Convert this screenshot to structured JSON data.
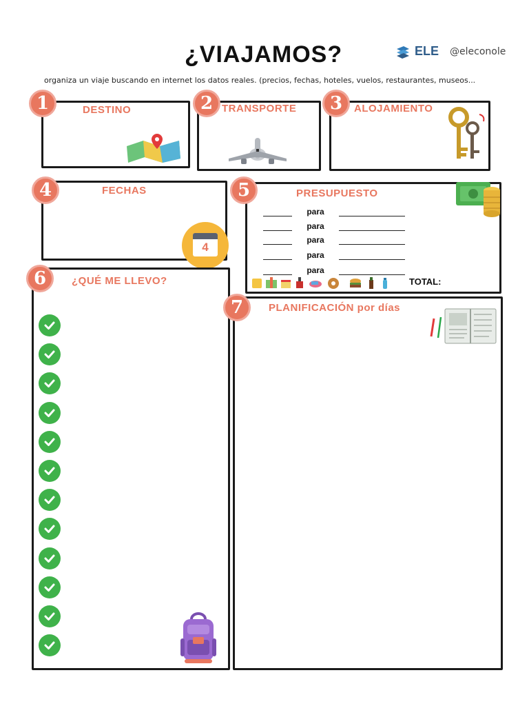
{
  "header": {
    "title": "¿VIAJAMOS?",
    "brand_name": "ELE",
    "brand_handle": "@eleconole",
    "subtitle": "organiza un viaje buscando en internet los datos reales. (precios, fechas, hoteles, vuelos, restaurantes, museos..."
  },
  "sections": [
    {
      "number": "1",
      "title": "DESTINO",
      "icon": "map-pin-icon"
    },
    {
      "number": "2",
      "title": "TRANSPORTE",
      "icon": "airplane-icon"
    },
    {
      "number": "3",
      "title": "ALOJAMIENTO",
      "icon": "keys-icon"
    },
    {
      "number": "4",
      "title": "FECHAS",
      "icon": "calendar-icon"
    },
    {
      "number": "5",
      "title": "PRESUPUESTO",
      "icon": "money-coins-icon"
    },
    {
      "number": "6",
      "title": "¿QUÉ ME LLEVO?",
      "icon": "backpack-icon"
    },
    {
      "number": "7",
      "title": "PLANIFICACIÓN  por días",
      "icon": "notebook-icon"
    }
  ],
  "calendar_day": "4",
  "budget": {
    "rows": [
      "para",
      "para",
      "para",
      "para",
      "para"
    ],
    "total_label": "TOTAL:"
  },
  "checklist_count": 12,
  "colors": {
    "accent": "#e8775f",
    "check_green": "#3fb24a",
    "border": "#1a1a1a",
    "brand_blue": "#2f5d8a"
  }
}
